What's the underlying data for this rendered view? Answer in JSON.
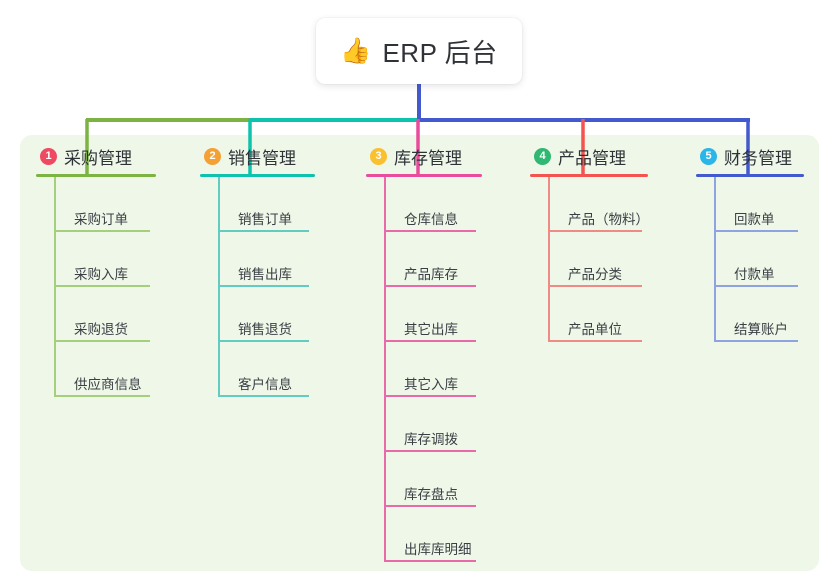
{
  "title": {
    "icon": "thumbs-up-icon",
    "emoji": "👍",
    "text": "ERP 后台"
  },
  "palette": {
    "panel_background": "#eef7e8",
    "card_background": "#ffffff",
    "text": "#2f3338"
  },
  "columns": [
    {
      "number": "1",
      "title": "采购管理",
      "badge_color": "#ef4a62",
      "line_color": "#7cb342",
      "leaf_color": "#a5cf7c",
      "items": [
        "采购订单",
        "采购入库",
        "采购退货",
        "供应商信息"
      ]
    },
    {
      "number": "2",
      "title": "销售管理",
      "badge_color": "#f5a033",
      "line_color": "#0ec2ad",
      "leaf_color": "#63ccc2",
      "items": [
        "销售订单",
        "销售出库",
        "销售退货",
        "客户信息"
      ]
    },
    {
      "number": "3",
      "title": "库存管理",
      "badge_color": "#fbc02d",
      "line_color": "#ea4c9c",
      "leaf_color": "#e86aa8",
      "items": [
        "仓库信息",
        "产品库存",
        "其它出库",
        "其它入库",
        "库存调拨",
        "库存盘点",
        "出库库明细"
      ]
    },
    {
      "number": "4",
      "title": "产品管理",
      "badge_color": "#2eb872",
      "line_color": "#f4544f",
      "leaf_color": "#f08a86",
      "items": [
        "产品（物料）",
        "产品分类",
        "产品单位"
      ]
    },
    {
      "number": "5",
      "title": "财务管理",
      "badge_color": "#29b6e8",
      "line_color": "#4359ce",
      "leaf_color": "#8fa3e0",
      "items": [
        "回款单",
        "付款单",
        "结算账户"
      ]
    }
  ],
  "connectors": {
    "trunk_color": "#4359ce",
    "segments": [
      {
        "name": "segment-purchase",
        "color": "#7cb342"
      },
      {
        "name": "segment-sales",
        "color": "#0ec2ad"
      },
      {
        "name": "segment-finance",
        "color": "#4359ce"
      }
    ],
    "drops": [
      {
        "name": "drop-purchase",
        "color": "#7cb342"
      },
      {
        "name": "drop-sales",
        "color": "#0ec2ad"
      },
      {
        "name": "drop-inventory",
        "color": "#ea4c9c"
      },
      {
        "name": "drop-product",
        "color": "#f4544f"
      },
      {
        "name": "drop-finance",
        "color": "#4359ce"
      }
    ]
  }
}
